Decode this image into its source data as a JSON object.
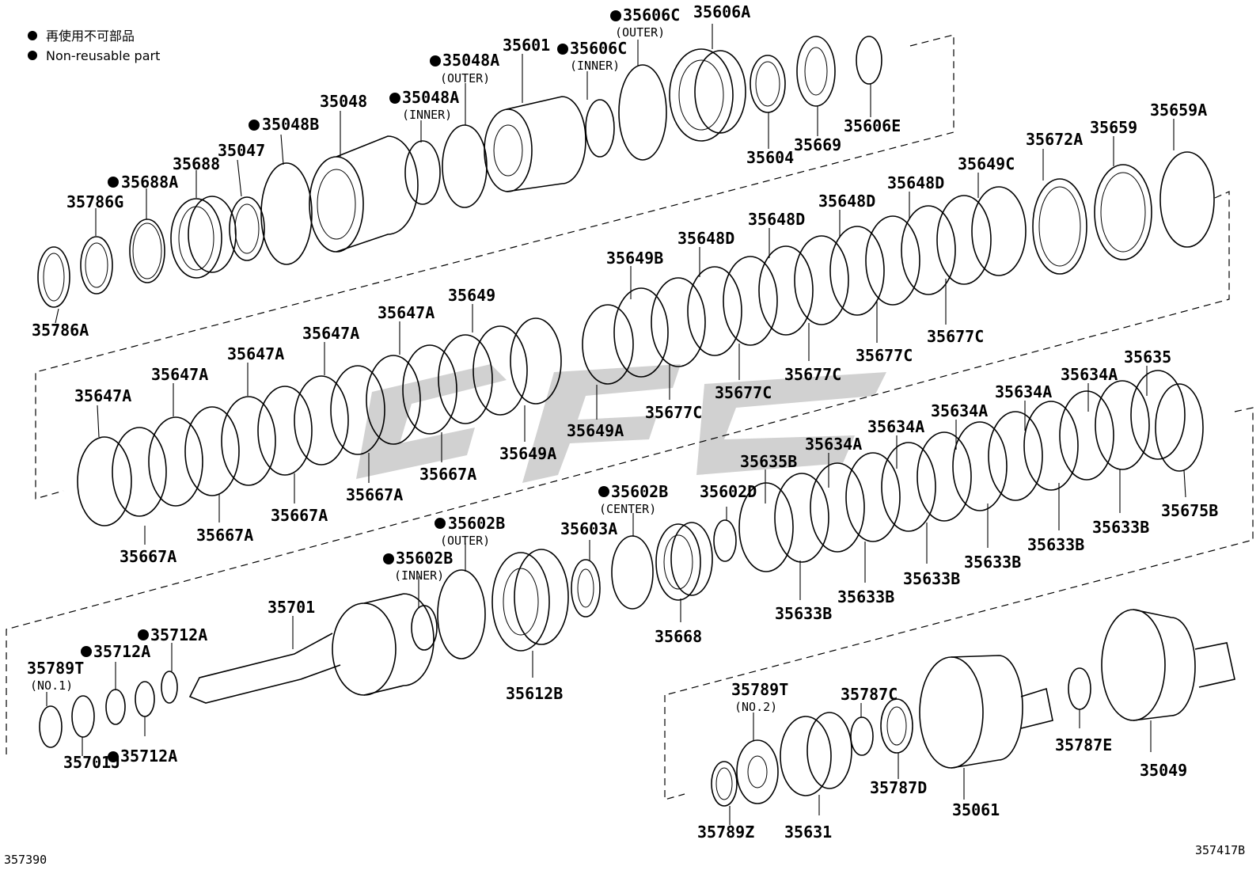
{
  "legend": [
    {
      "bullet": "●",
      "text": "再使用不可部品"
    },
    {
      "bullet": "●",
      "text": "Non-reusable part"
    }
  ],
  "footer": {
    "left_code": "357390",
    "right_code": "357417B"
  },
  "parts": {
    "p35786A": "35786A",
    "p35786G": "35786G",
    "p35688A": "35688A",
    "p35688": "35688",
    "p35047": "35047",
    "p35048B": "35048B",
    "p35048": "35048",
    "p35048A_inner": "35048A",
    "p35048A_outer": "35048A",
    "p35601": "35601",
    "p35606C_inner": "35606C",
    "p35606C_outer": "35606C",
    "p35606A": "35606A",
    "p35604": "35604",
    "p35669": "35669",
    "p35606E": "35606E",
    "p35672A": "35672A",
    "p35659": "35659",
    "p35659A": "35659A",
    "p35649C": "35649C",
    "p35648D_1": "35648D",
    "p35648D_2": "35648D",
    "p35648D_3": "35648D",
    "p35648D_4": "35648D",
    "p35649B": "35649B",
    "p35677C_1": "35677C",
    "p35677C_2": "35677C",
    "p35677C_3": "35677C",
    "p35677C_4": "35677C",
    "p35677C_5": "35677C",
    "p35649": "35649",
    "p35649A_1": "35649A",
    "p35649A_2": "35649A",
    "p35647A_1": "35647A",
    "p35647A_2": "35647A",
    "p35647A_3": "35647A",
    "p35647A_4": "35647A",
    "p35647A_5": "35647A",
    "p35667A_1": "35667A",
    "p35667A_2": "35667A",
    "p35667A_3": "35667A",
    "p35667A_4": "35667A",
    "p35667A_5": "35667A",
    "p35635": "35635",
    "p35634A_1": "35634A",
    "p35634A_2": "35634A",
    "p35634A_3": "35634A",
    "p35634A_4": "35634A",
    "p35634A_5": "35634A",
    "p35635B": "35635B",
    "p35675B": "35675B",
    "p35633B_1": "35633B",
    "p35633B_2": "35633B",
    "p35633B_3": "35633B",
    "p35633B_4": "35633B",
    "p35633B_5": "35633B",
    "p35633B_6": "35633B",
    "p35602D": "35602D",
    "p35602B_center": "35602B",
    "p35602B_outer": "35602B",
    "p35602B_inner": "35602B",
    "p35603A": "35603A",
    "p35668": "35668",
    "p35612B": "35612B",
    "p35701": "35701",
    "p35712A_1": "35712A",
    "p35712A_2": "35712A",
    "p35712A_3": "35712A",
    "p35789T_1": "35789T",
    "p35701J": "35701J",
    "p35789T_2": "35789T",
    "p35789Z": "35789Z",
    "p35631": "35631",
    "p35787C": "35787C",
    "p35787D": "35787D",
    "p35061": "35061",
    "p35787E": "35787E",
    "p35049": "35049"
  },
  "subs": {
    "outer": "(OUTER)",
    "inner": "(INNER)",
    "center": "(CENTER)",
    "no1": "(NO.1)",
    "no2": "(NO.2)"
  }
}
